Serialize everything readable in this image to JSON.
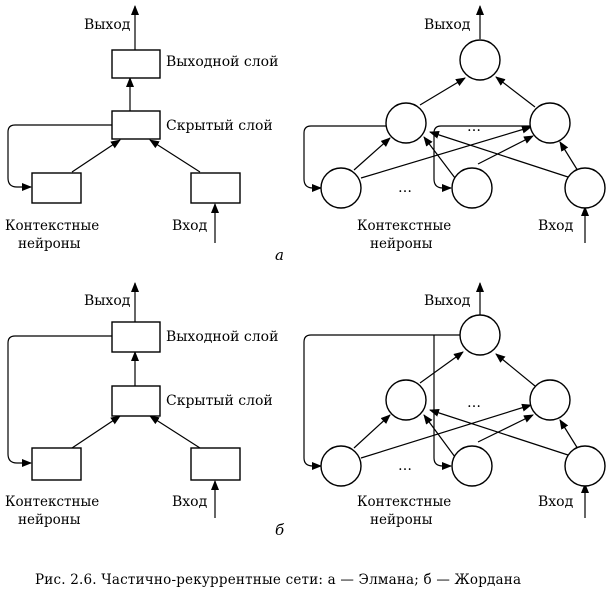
{
  "labels": {
    "output": "Выход",
    "output_layer": "Выходной слой",
    "hidden_layer": "Скрытый слой",
    "context_neurons_line1": "Контекстные",
    "context_neurons_line2": "нейроны",
    "input": "Вход",
    "ellipsis": "…"
  },
  "panel_a_letter": "а",
  "panel_b_letter": "б",
  "caption": "Рис. 2.6. Частично-рекуррентные сети: а — Элмана; б — Жордана"
}
